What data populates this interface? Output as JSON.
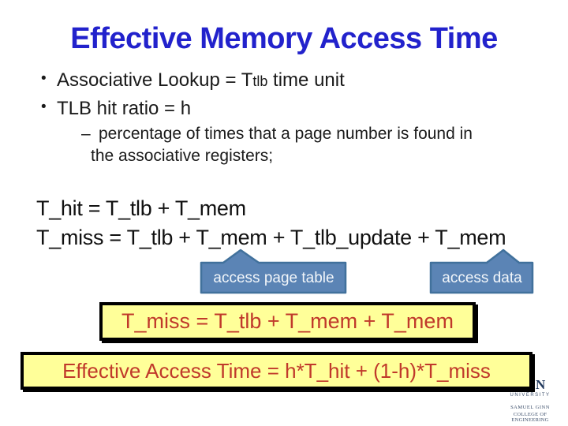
{
  "slide": {
    "title": "Effective Memory Access Time",
    "bullet_char": "•",
    "bullets": {
      "b1_prefix": "Associative Lookup = T",
      "b1_sub": "tlb",
      "b1_suffix": " time unit",
      "b2": "TLB hit ratio = h",
      "sub_dash": "–",
      "sub_line1": "percentage of times that a page number is found in",
      "sub_line2": "the associative registers;"
    },
    "equations": {
      "hit": "T_hit = T_tlb + T_mem",
      "miss": "T_miss = T_tlb + T_mem + T_tlb_update + T_mem"
    },
    "callouts": {
      "page_table": "access page table",
      "data": "access data"
    },
    "highlight_boxes": {
      "miss_simple": "T_miss = T_tlb + T_mem + T_mem",
      "effective": "Effective Access Time = h*T_hit + (1-h)*T_miss"
    },
    "logo": {
      "letter": "N",
      "line1": "UNIVERSITY",
      "line2": "SAMUEL GINN",
      "line3": "COLLEGE OF ENGINEERING"
    },
    "colors": {
      "title_blue": "#2222CC",
      "body_text": "#1a1a1a",
      "callout_fill": "#5B84B5",
      "callout_border": "#41719C",
      "callout_text": "#f2f6fa",
      "highlight_bg": "#FFFF99",
      "highlight_border": "#000000",
      "highlight_text": "#C0392B",
      "logo_navy": "#223A5E"
    }
  }
}
